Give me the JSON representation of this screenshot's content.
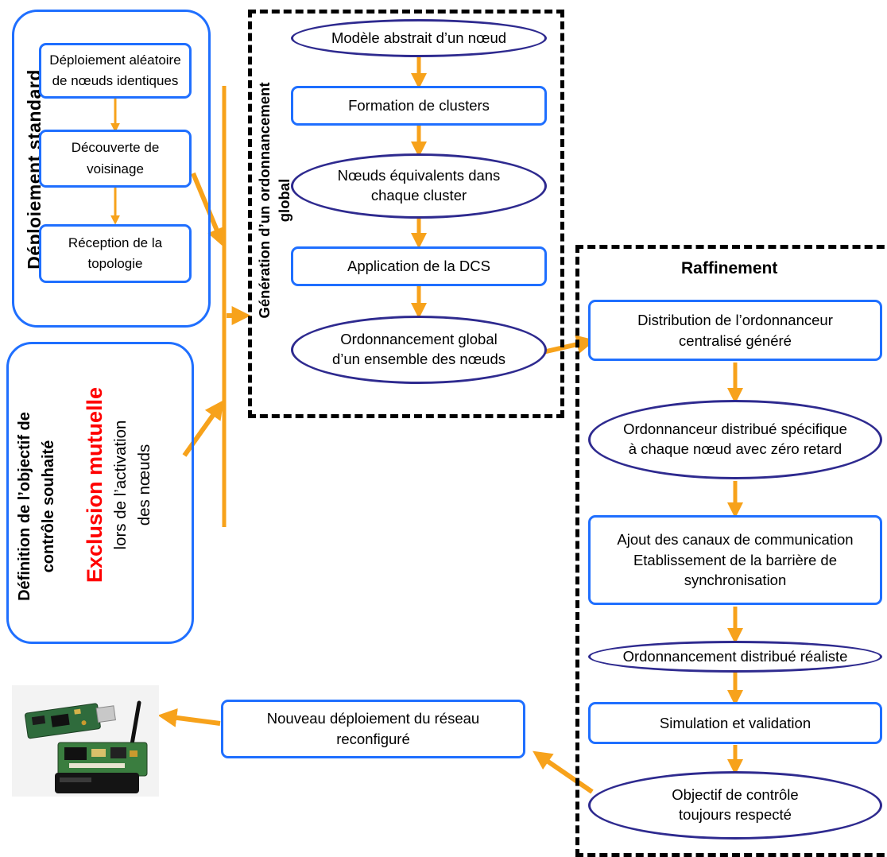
{
  "colors": {
    "arrow": "#f7a21b",
    "box_border": "#1f6fff",
    "ellipse_border": "#2e2a8f",
    "highlight": "#ff0000"
  },
  "left": {
    "standard": {
      "title": "Déploiement standard",
      "step1": [
        "Déploiement aléatoire",
        "de nœuds identiques"
      ],
      "step2": [
        "Découverte de",
        "voisinage"
      ],
      "step3": [
        "Réception de la",
        "topologie"
      ]
    },
    "objective": {
      "title_line1": "Définition de l’objectif de",
      "title_line2": "contrôle souhaité",
      "highlight": "Exclusion mutuelle",
      "rest_line1": "lors de l’activation",
      "rest_line2": "des nœuds"
    }
  },
  "global": {
    "title_line1": "Génération d’un ordonnancement",
    "title_line2": "global",
    "step1": "Modèle abstrait d’un nœud",
    "step2": "Formation de clusters",
    "step3": [
      "Nœuds équivalents dans",
      "chaque cluster"
    ],
    "step4": "Application de la DCS",
    "step5": [
      "Ordonnancement global",
      "d’un ensemble des nœuds"
    ]
  },
  "refinement": {
    "title": "Raffinement",
    "step1": [
      "Distribution de l’ordonnanceur",
      "centralisé généré"
    ],
    "step2": [
      "Ordonnanceur distribué spécifique",
      "à chaque nœud avec zéro retard"
    ],
    "step3": [
      "Ajout des canaux de communication",
      "Etablissement de la barrière de",
      "synchronisation"
    ],
    "step4": "Ordonnancement distribué réaliste",
    "step5": "Simulation et validation",
    "step6": [
      "Objectif de contrôle",
      "toujours respecté"
    ]
  },
  "redeploy": [
    "Nouveau déploiement du réseau",
    "reconfiguré"
  ]
}
